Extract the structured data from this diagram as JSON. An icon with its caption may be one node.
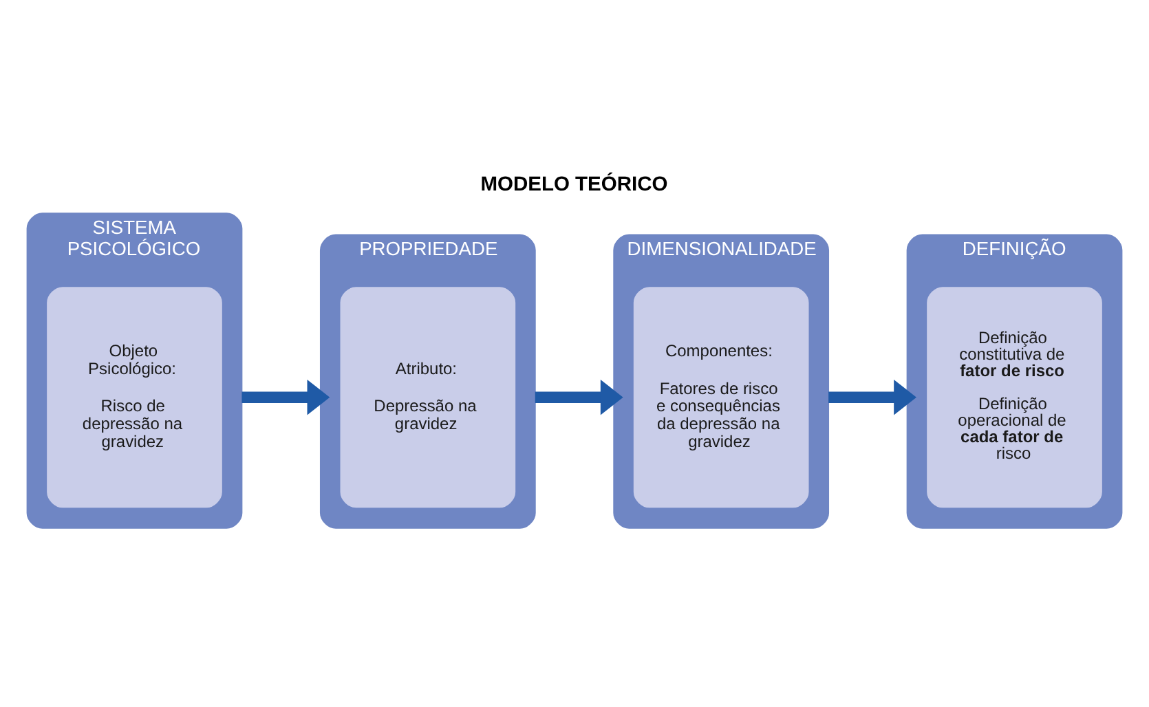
{
  "diagram": {
    "title": "MODELO TEÓRICO",
    "nodes": [
      {
        "text": [
          "SISTEMA PSICOLÓGICO"
        ]
      },
      {
        "text": [
          "Objeto Psicológico:",
          "Risco de depressão na gravidez"
        ],
        "in": 0
      },
      {
        "text": [
          "PROPRIEDADE"
        ]
      },
      {
        "text": [
          "Atributo:",
          "Depressão na gravidez"
        ],
        "in": 2
      },
      {
        "text": [
          "DIMENSIONALIDADE"
        ]
      },
      {
        "text": [
          "Componentes:",
          "Fatores de risco e consequências da depressão na gravidez"
        ],
        "in": 4
      },
      {
        "text": [
          "DEFINIÇÃO"
        ]
      },
      {
        "text": [
          "Definição constitutiva de **fator de risco**",
          "Definição operacional de **cada fator de risco**"
        ],
        "in": 6
      }
    ],
    "edges": [
      {
        "from": 0,
        "to": 2,
        "arrow": "to"
      },
      {
        "from": 2,
        "to": 4,
        "arrow": "to"
      },
      {
        "from": 4,
        "to": 6,
        "arrow": "to"
      }
    ]
  }
}
